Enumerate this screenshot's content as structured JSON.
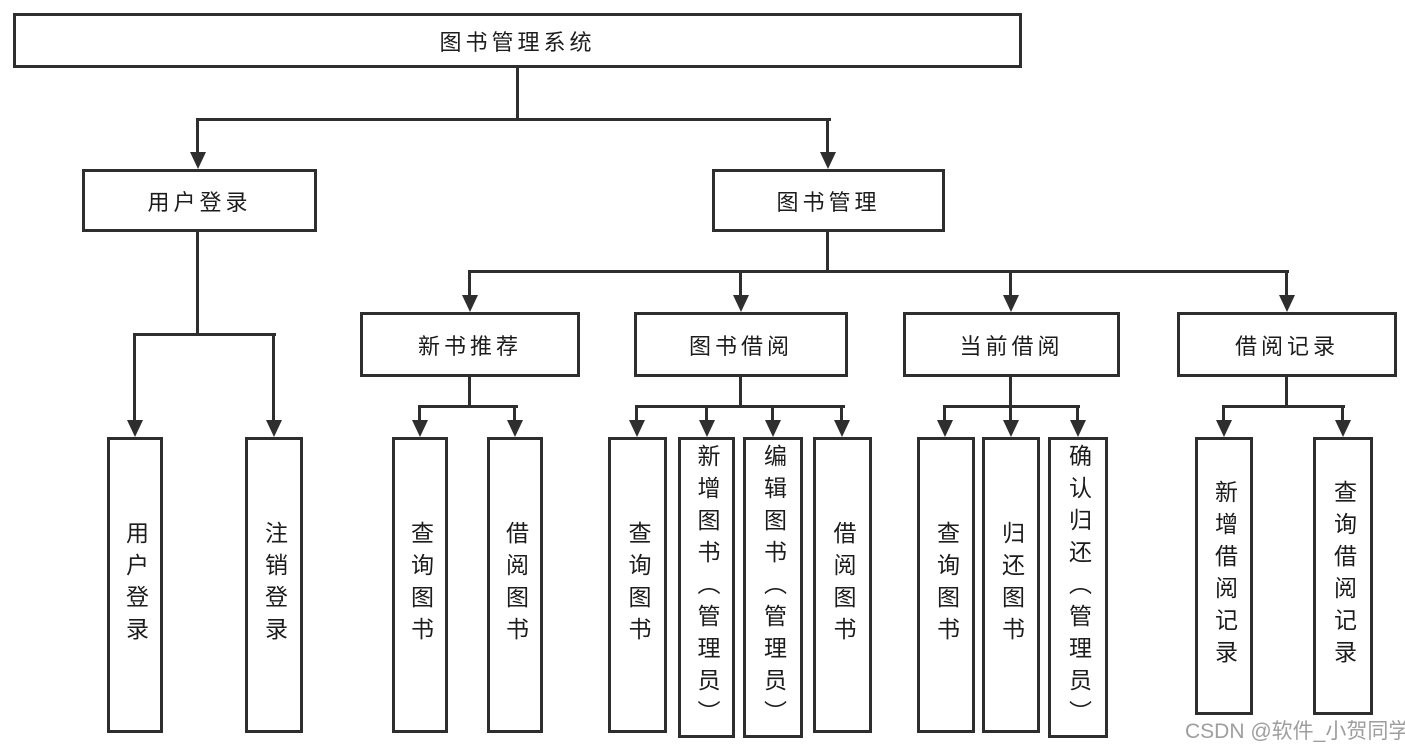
{
  "nodes": {
    "root": "图书管理系统",
    "level2": [
      "用户登录",
      "图书管理"
    ],
    "level3": [
      "新书推荐",
      "图书借阅",
      "当前借阅",
      "借阅记录"
    ],
    "leaves_login": [
      "用户登录",
      "注销登录"
    ],
    "leaves_recommend": [
      "查询图书",
      "借阅图书"
    ],
    "leaves_borrow": [
      "查询图书",
      "新增图书（管理员）",
      "编辑图书（管理员）",
      "借阅图书"
    ],
    "leaves_current": [
      "查询图书",
      "归还图书",
      "确认归还（管理员）"
    ],
    "leaves_records": [
      "新增借阅记录",
      "查询借阅记录"
    ]
  },
  "watermark": "CSDN @软件_小贺同学",
  "colors": {
    "line": "#2e2e2e",
    "text": "#1c1c1c",
    "watermark": "#9e9e9e",
    "background": "#ffffff"
  }
}
